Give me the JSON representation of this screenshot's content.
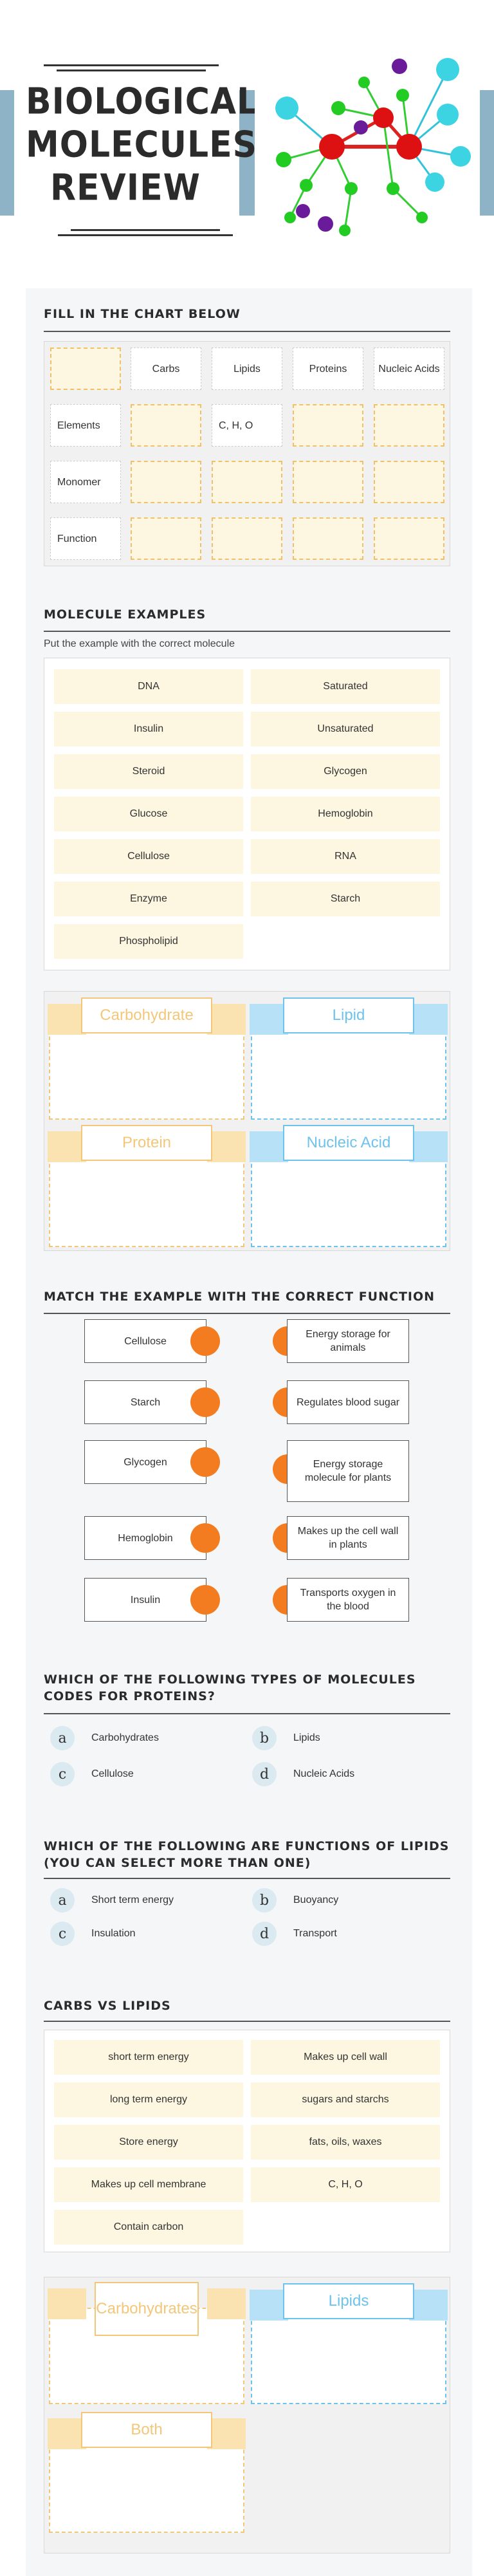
{
  "title": "BIOLOGICAL MOLECULES REVIEW",
  "title_lines": [
    "BIOLOGICAL",
    "MOLECULES",
    "REVIEW"
  ],
  "colors": {
    "band": "#8fb3c6",
    "slot": "#fdf6e0",
    "orange": "#f47c20",
    "yellow": "#f3c77a",
    "blue": "#6ec3ec"
  },
  "chart": {
    "title": "FILL IN THE CHART BELOW",
    "columns": [
      "Carbs",
      "Lipids",
      "Proteins",
      "Nucleic Acids"
    ],
    "rows": [
      "Elements",
      "Monomer",
      "Function"
    ],
    "filled": "C, H, O"
  },
  "examples": {
    "title": "MOLECULE EXAMPLES",
    "subtitle": "Put the example with the correct molecule",
    "items": [
      "DNA",
      "Saturated",
      "Insulin",
      "Unsaturated",
      "Steroid",
      "Glycogen",
      "Glucose",
      "Hemoglobin",
      "Cellulose",
      "RNA",
      "Enzyme",
      "Starch",
      "Phospholipid"
    ]
  },
  "zones1": [
    "Carbohydrate",
    "Lipid",
    "Protein",
    "Nucleic Acid"
  ],
  "match": {
    "title": "MATCH THE EXAMPLE WITH THE CORRECT FUNCTION",
    "left": [
      "Cellulose",
      "Starch",
      "Glycogen",
      "Hemoglobin",
      "Insulin"
    ],
    "right": [
      "Energy storage for animals",
      "Regulates blood sugar",
      "Energy storage molecule for plants",
      "Makes up the cell wall in plants",
      "Transports oxygen in the blood"
    ]
  },
  "q1": {
    "title": "WHICH OF THE FOLLOWING TYPES OF MOLECULES CODES FOR PROTEINS?",
    "options": [
      {
        "letter": "a",
        "text": "Carbohydrates"
      },
      {
        "letter": "b",
        "text": "Lipids"
      },
      {
        "letter": "c",
        "text": "Cellulose"
      },
      {
        "letter": "d",
        "text": "Nucleic Acids"
      }
    ]
  },
  "q2": {
    "title": "WHICH OF THE FOLLOWING ARE FUNCTIONS OF LIPIDS (YOU CAN SELECT MORE THAN ONE)",
    "options": [
      {
        "letter": "a",
        "text": "Short term energy"
      },
      {
        "letter": "b",
        "text": "Buoyancy"
      },
      {
        "letter": "c",
        "text": "Insulation"
      },
      {
        "letter": "d",
        "text": "Transport"
      }
    ]
  },
  "carbs_lipids": {
    "title": "CARBS VS LIPIDS",
    "items": [
      "short term energy",
      "Makes up cell wall",
      "long term energy",
      "sugars and starchs",
      "Store energy",
      "fats, oils, waxes",
      "Makes up cell membrane",
      "C, H, O",
      "Contain carbon"
    ]
  },
  "zones2": [
    "Carbohydrates",
    "Lipids",
    "Both"
  ]
}
